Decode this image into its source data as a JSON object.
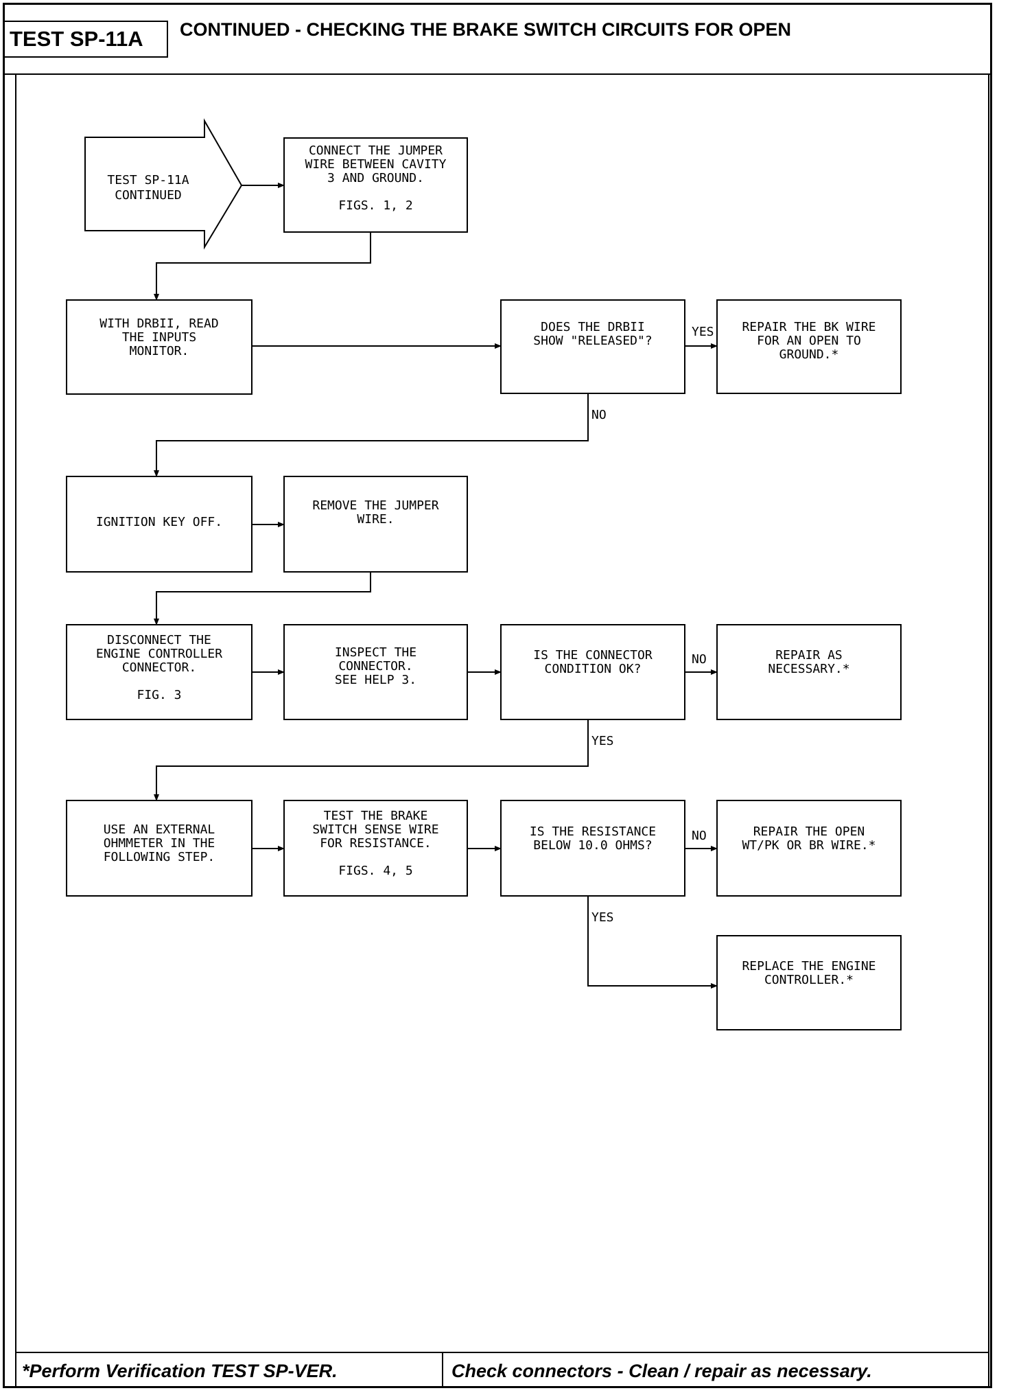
{
  "header": {
    "test_id": "TEST SP-11A",
    "title": "CONTINUED - CHECKING THE BRAKE SWITCH CIRCUITS FOR OPEN"
  },
  "footer": {
    "left": "*Perform Verification TEST SP-VER.",
    "right": "Check connectors - Clean / repair as necessary."
  },
  "flowchart": {
    "start": [
      "TEST SP-11A",
      "CONTINUED"
    ],
    "steps": {
      "connect_jumper": [
        "CONNECT THE JUMPER",
        "WIRE BETWEEN CAVITY",
        "3 AND GROUND.",
        "",
        "FIGS. 1, 2"
      ],
      "read_inputs": [
        "WITH DRBII, READ",
        "THE INPUTS",
        "MONITOR."
      ],
      "show_released": [
        "DOES THE DRBII",
        "SHOW \"RELEASED\"?"
      ],
      "repair_bk": [
        "REPAIR THE BK WIRE",
        "FOR AN OPEN TO",
        "GROUND.*"
      ],
      "ignition_off": [
        "IGNITION KEY OFF."
      ],
      "remove_jumper": [
        "REMOVE THE JUMPER",
        "WIRE."
      ],
      "disconnect_ecu": [
        "DISCONNECT THE",
        "ENGINE CONTROLLER",
        "CONNECTOR.",
        "",
        "FIG. 3"
      ],
      "inspect_connector": [
        "INSPECT THE",
        "CONNECTOR.",
        "SEE HELP 3."
      ],
      "connector_ok": [
        "IS THE CONNECTOR",
        "CONDITION OK?"
      ],
      "repair_as_necessary": [
        "REPAIR AS",
        "NECESSARY.*"
      ],
      "use_ohmmeter": [
        "USE AN EXTERNAL",
        "OHMMETER IN THE",
        "FOLLOWING STEP."
      ],
      "test_resistance": [
        "TEST THE BRAKE",
        "SWITCH SENSE WIRE",
        "FOR RESISTANCE.",
        "",
        "FIGS. 4, 5"
      ],
      "resistance_below": [
        "IS THE RESISTANCE",
        "BELOW 10.0 OHMS?"
      ],
      "repair_open": [
        "REPAIR THE OPEN",
        "WT/PK OR BR WIRE.*"
      ],
      "replace_ecu": [
        "REPLACE THE ENGINE",
        "CONTROLLER.*"
      ]
    },
    "edge_labels": {
      "yes": "YES",
      "no": "NO"
    }
  }
}
